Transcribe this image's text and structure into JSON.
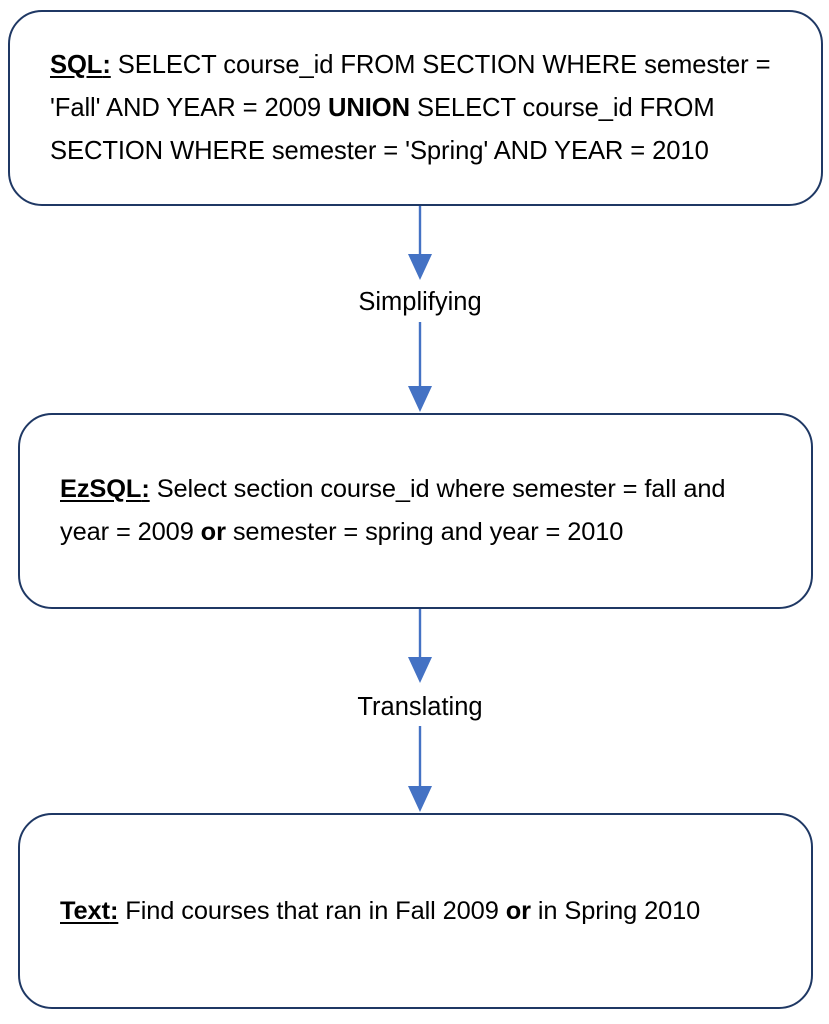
{
  "diagram": {
    "title": "SQL to EzSQL to Text translation pipeline",
    "colors": {
      "box_border": "#1F3864",
      "arrow": "#4472C4",
      "text": "#000000",
      "background": "#FFFFFF"
    },
    "nodes": [
      {
        "id": "sql",
        "tag": "SQL",
        "separator": ":",
        "segments": [
          {
            "text": "SELECT course_id FROM SECTION WHERE semester = 'Fall' AND YEAR = 2009 ",
            "bold": false
          },
          {
            "text": "UNION",
            "bold": true
          },
          {
            "text": " SELECT course_id FROM SECTION WHERE semester = 'Spring' AND YEAR = 2010",
            "bold": false
          }
        ],
        "full_text": "SQL: SELECT course_id FROM SECTION WHERE semester = 'Fall' AND YEAR = 2009 UNION SELECT course_id FROM SECTION WHERE semester = 'Spring' AND YEAR = 2010"
      },
      {
        "id": "ezsql",
        "tag": "EzSQL",
        "separator": ":",
        "segments": [
          {
            "text": "Select section course_id where semester = fall and year = 2009 ",
            "bold": false
          },
          {
            "text": "or",
            "bold": true
          },
          {
            "text": " semester = spring and year = 2010",
            "bold": false
          }
        ],
        "full_text": "EzSQL: Select section course_id where semester = fall and year = 2009 or semester = spring and year = 2010"
      },
      {
        "id": "text",
        "tag": "Text",
        "separator": ":",
        "segments": [
          {
            "text": "Find courses that ran in Fall 2009 ",
            "bold": false
          },
          {
            "text": "or",
            "bold": true
          },
          {
            "text": " in Spring 2010",
            "bold": false
          }
        ],
        "full_text": "Text: Find courses that ran in Fall 2009 or in Spring 2010"
      }
    ],
    "connectors": [
      {
        "id": "simplifying",
        "label": "Simplifying",
        "from": "sql",
        "to": "ezsql"
      },
      {
        "id": "translating",
        "label": "Translating",
        "from": "ezsql",
        "to": "text"
      }
    ]
  }
}
